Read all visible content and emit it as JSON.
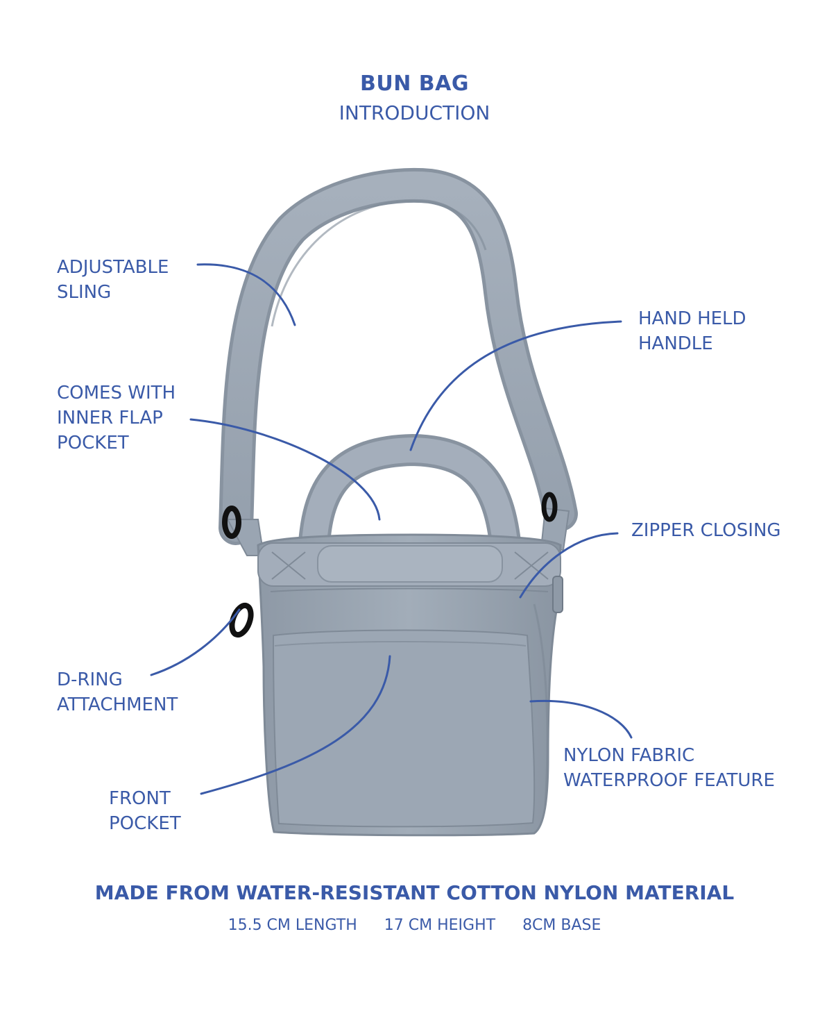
{
  "header": {
    "title": "BUN BAG",
    "subtitle": "INTRODUCTION"
  },
  "callouts": {
    "adjustable_sling": "ADJUSTABLE\nSLING",
    "hand_held_handle": "HAND HELD\nHANDLE",
    "inner_flap_pocket": "COMES WITH\nINNER FLAP\nPOCKET",
    "zipper_closing": "ZIPPER CLOSING",
    "d_ring_attachment": "D-RING\nATTACHMENT",
    "nylon_fabric": "NYLON FABRIC\nWATERPROOF FEATURE",
    "front_pocket": "FRONT\nPOCKET"
  },
  "footer": {
    "material": "MADE FROM WATER-RESISTANT COTTON NYLON MATERIAL",
    "length": "15.5 CM LENGTH",
    "height": "17 CM HEIGHT",
    "base": "8CM BASE"
  },
  "colors": {
    "text": "#3a5aa8",
    "bag": "#9aa5b2",
    "bag_shadow": "#7f8a97",
    "bag_light": "#b3bcc7",
    "ring": "#111111"
  }
}
